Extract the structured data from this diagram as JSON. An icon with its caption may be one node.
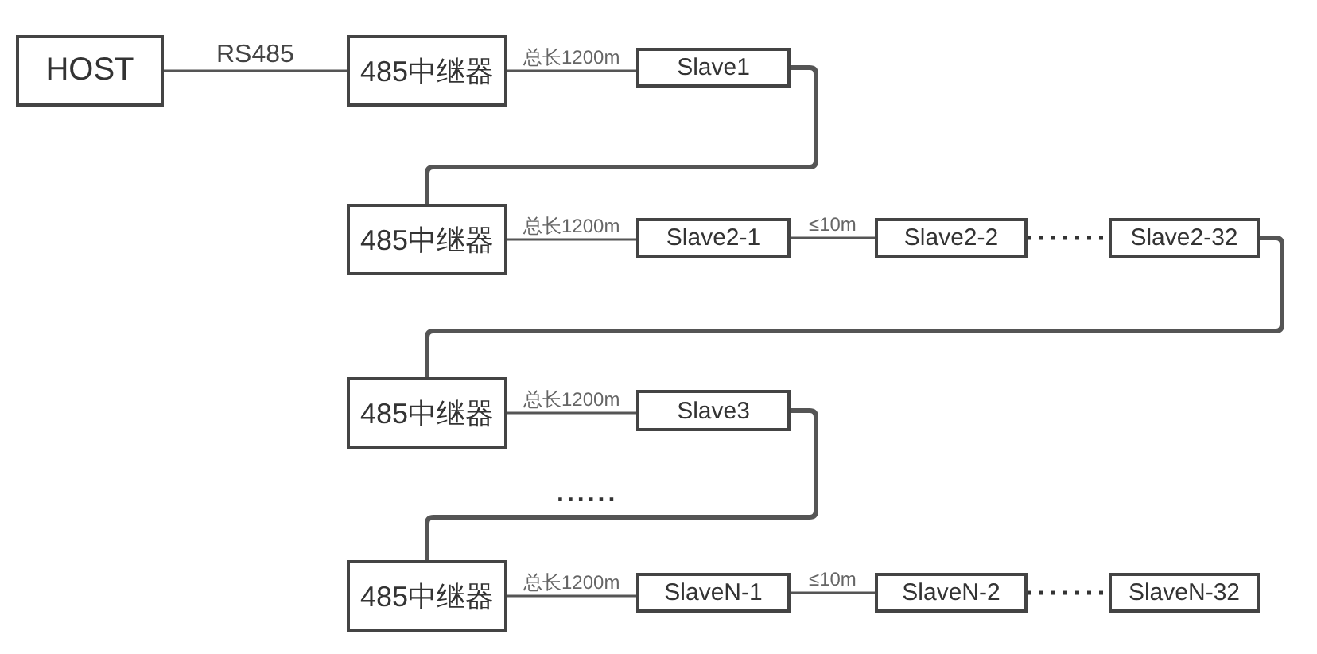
{
  "diagram": {
    "nodes": [
      {
        "text": [
          "HOST"
        ]
      },
      {
        "text": [
          "485中继器"
        ]
      },
      {
        "text": [
          "Slave1"
        ]
      },
      {
        "text": [
          "485中继器"
        ]
      },
      {
        "text": [
          "Slave2-1"
        ]
      },
      {
        "text": [
          "Slave2-2"
        ]
      },
      {
        "text": [
          "Slave2-32"
        ]
      },
      {
        "text": [
          "485中继器"
        ]
      },
      {
        "text": [
          "Slave3"
        ]
      },
      {
        "text": [
          "485中继器"
        ]
      },
      {
        "text": [
          "SlaveN-1"
        ]
      },
      {
        "text": [
          "SlaveN-2"
        ]
      },
      {
        "text": [
          "SlaveN-32"
        ]
      }
    ],
    "edges": [
      {
        "from": 0,
        "to": 1,
        "arrow": "none",
        "label": "RS485"
      },
      {
        "from": 1,
        "to": 2,
        "arrow": "none",
        "label": "总长1200m"
      },
      {
        "from": 2,
        "to": 3,
        "arrow": "none",
        "style": "thick"
      },
      {
        "from": 3,
        "to": 4,
        "arrow": "none",
        "label": "总长1200m"
      },
      {
        "from": 4,
        "to": 5,
        "arrow": "none",
        "label": "≤10m"
      },
      {
        "from": 5,
        "to": 6,
        "arrow": "none",
        "style": "dashed"
      },
      {
        "from": 6,
        "to": 7,
        "arrow": "none",
        "style": "thick"
      },
      {
        "from": 7,
        "to": 8,
        "arrow": "none",
        "label": "总长1200m"
      },
      {
        "from": 8,
        "to": 9,
        "arrow": "none",
        "style": "thick"
      },
      {
        "from": 9,
        "to": 10,
        "arrow": "none",
        "label": "总长1200m"
      },
      {
        "from": 10,
        "to": 11,
        "arrow": "none",
        "label": "≤10m"
      },
      {
        "from": 11,
        "to": 12,
        "arrow": "none",
        "style": "dashed"
      }
    ],
    "labels": [
      "......"
    ]
  }
}
